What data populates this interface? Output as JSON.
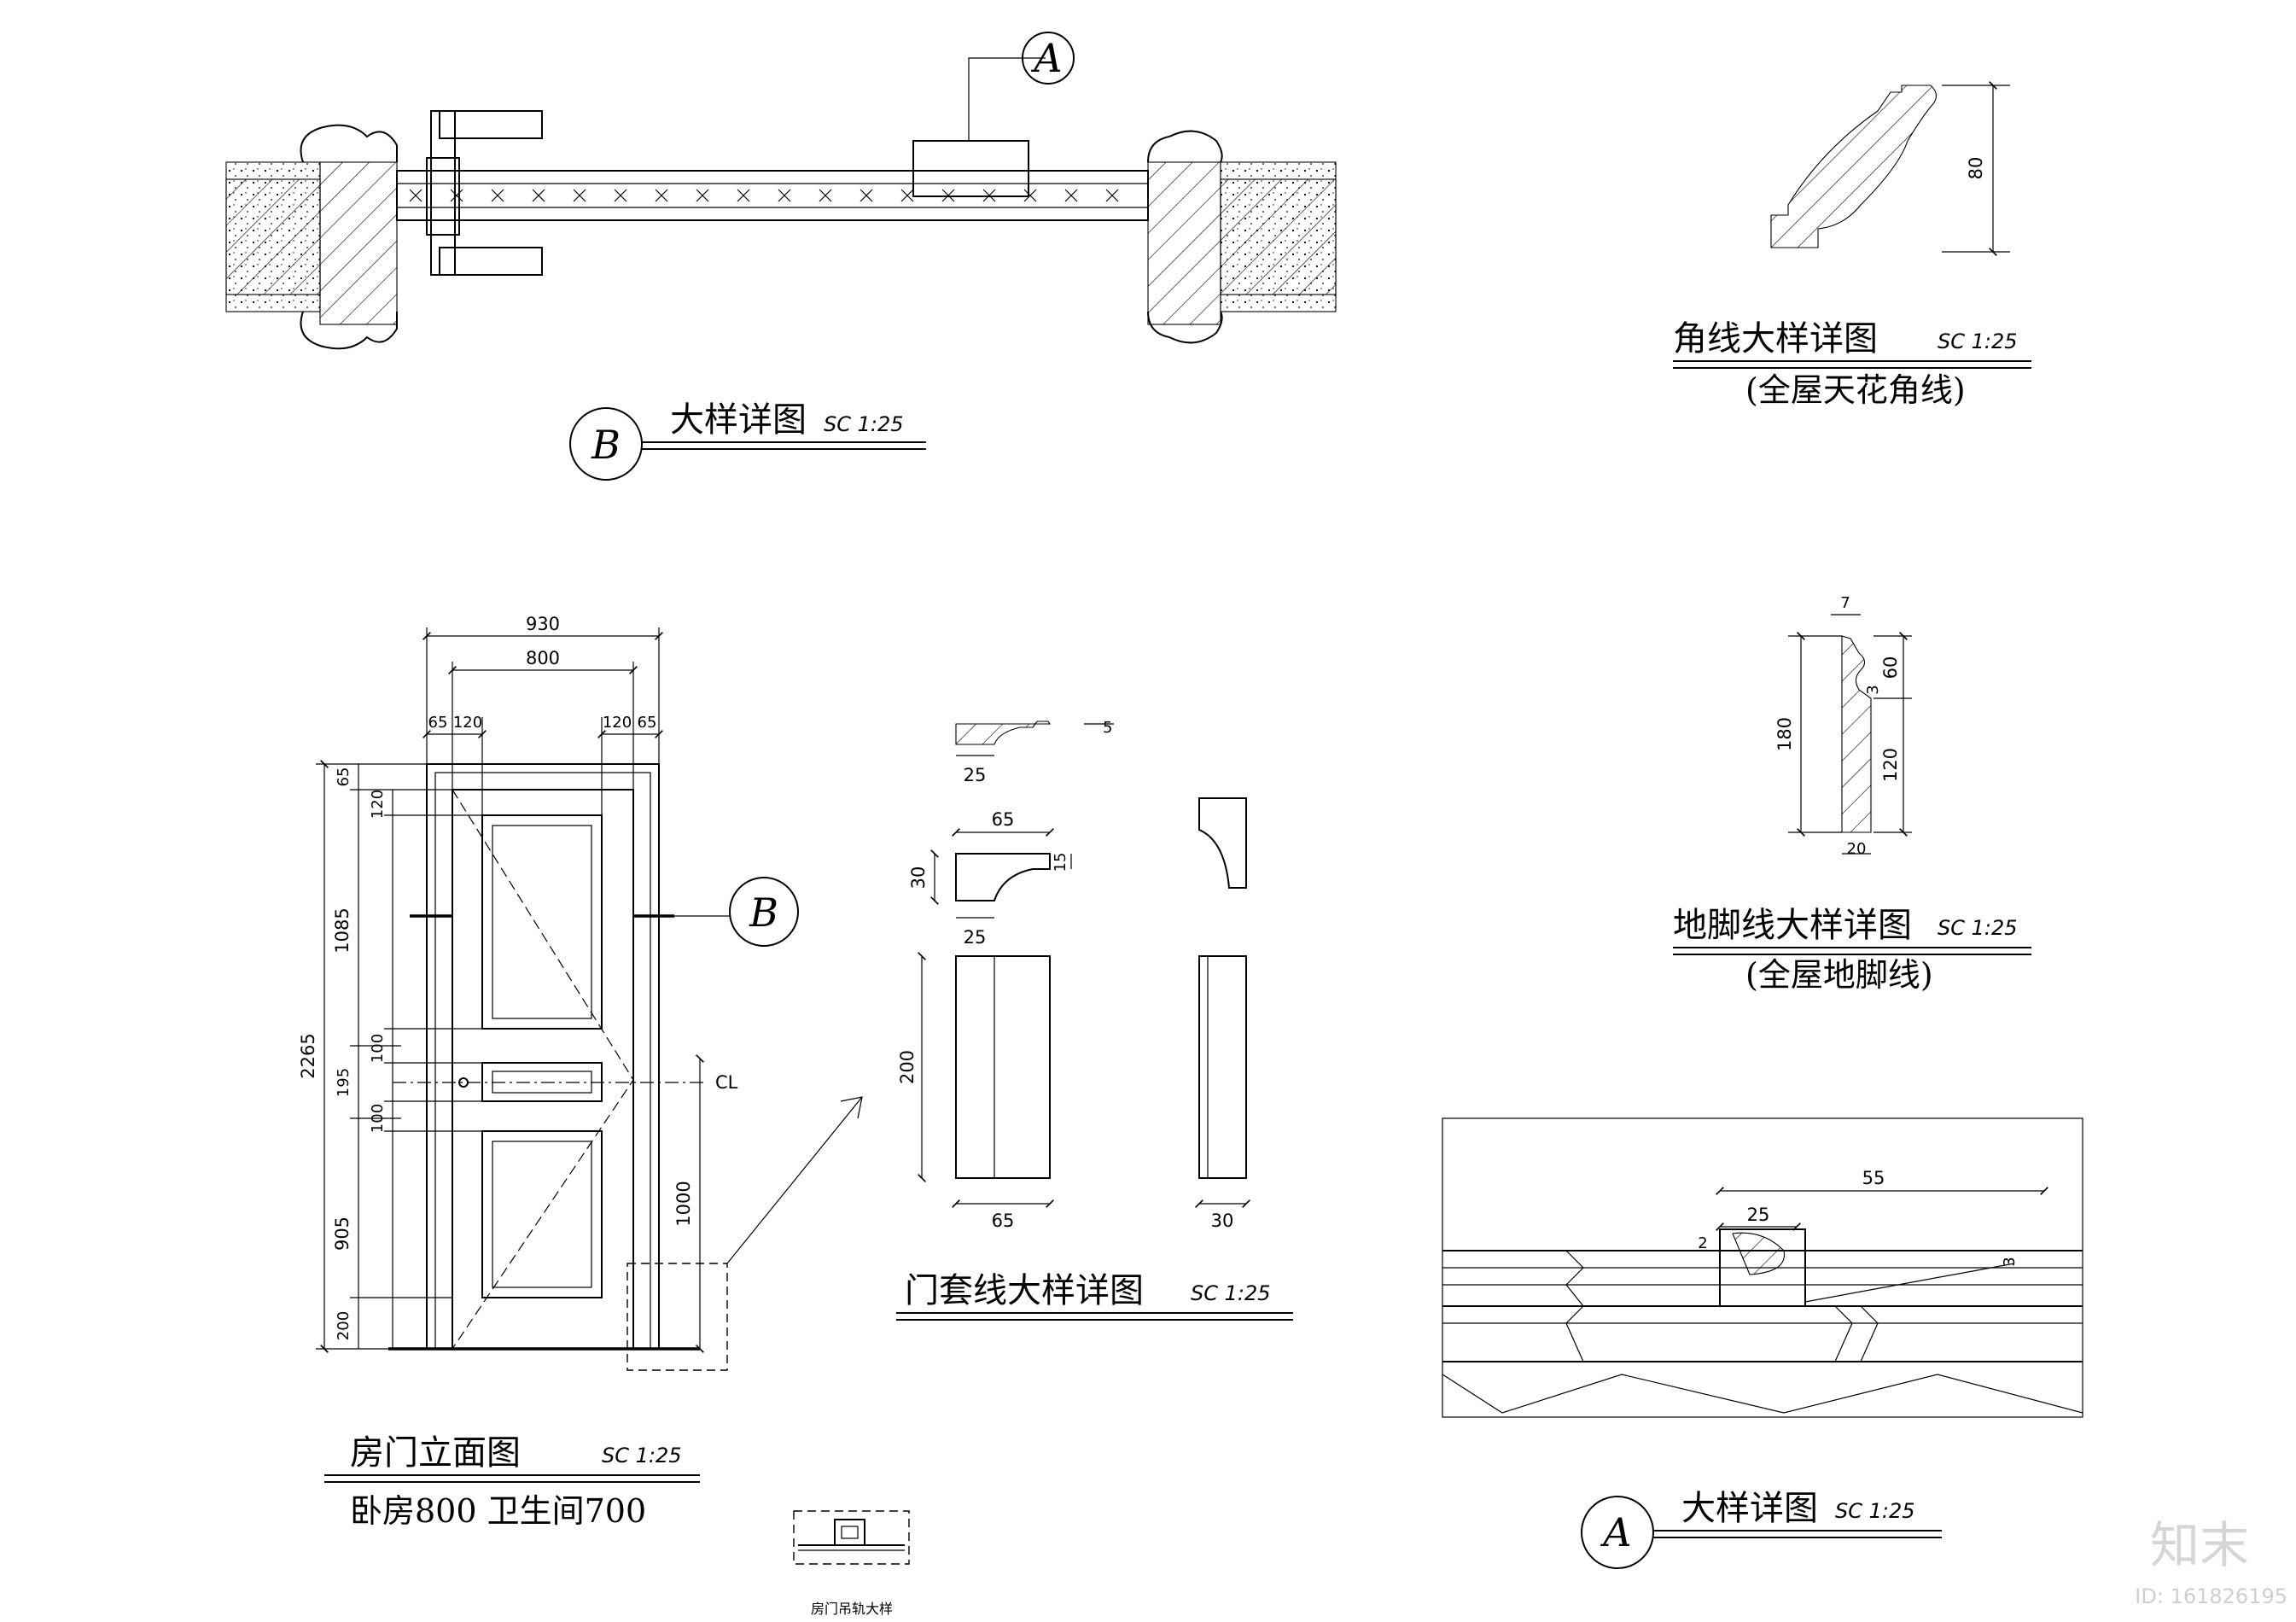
{
  "labels": {
    "detail_b_title": "大样详图",
    "detail_b_scale": "SC 1:25",
    "detail_b_marker": "B",
    "detail_a_marker_top": "A",
    "crown_title": "角线大样详图",
    "crown_scale": "SC 1:25",
    "crown_sub": "(全屋天花角线)",
    "crown_dim_80": "80",
    "skirt_title": "地脚线大样详图",
    "skirt_scale": "SC 1:25",
    "skirt_sub": "(全屋地脚线)",
    "door_title": "房门立面图",
    "door_scale": "SC 1:25",
    "door_sub": "卧房800     卫生间700",
    "casing_title": "门套线大样详图",
    "casing_scale": "SC 1:25",
    "detail_a_title": "大样详图",
    "detail_a_scale": "SC 1:25",
    "detail_a_marker": "A",
    "rail_title": "房门吊轨大样",
    "watermark": "知末",
    "watermark_id": "ID: 161826195",
    "door_b_marker": "B",
    "centerline": "CL"
  },
  "door_dims": {
    "w930": "930",
    "w800": "800",
    "w65a": "65",
    "w120a": "120",
    "w120b": "120",
    "w65b": "65",
    "h65": "65",
    "h120": "120",
    "h1085": "1085",
    "h100a": "100",
    "h195": "195",
    "h100b": "100",
    "h905": "905",
    "h200": "200",
    "h2265": "2265",
    "h1000": "1000"
  },
  "casing_dims": {
    "c25a": "25",
    "c5": "5",
    "c65": "65",
    "c30": "30",
    "c15": "15",
    "c25b": "25",
    "c200": "200",
    "c65b": "65",
    "c30b": "30"
  },
  "skirt_dims": {
    "s7": "7",
    "s60": "60",
    "s3": "3",
    "s180": "180",
    "s120": "120",
    "s20": "20"
  },
  "detail_a_dims": {
    "a55": "55",
    "a25": "25",
    "a2": "2",
    "a3": "3"
  }
}
